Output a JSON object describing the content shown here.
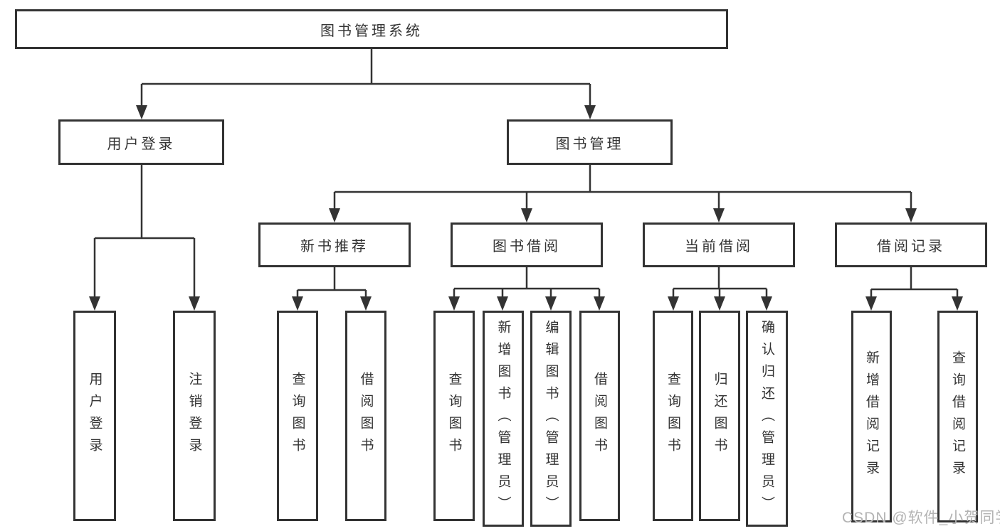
{
  "nodes": {
    "root": "图书管理系统",
    "user_login": "用户登录",
    "book_management": "图书管理",
    "new_book_recommend": "新书推荐",
    "book_borrow": "图书借阅",
    "current_borrow": "当前借阅",
    "borrow_records": "借阅记录",
    "leaf_user_login": "用户登录",
    "leaf_logout": "注销登录",
    "leaf_query_book_1": "查询图书",
    "leaf_borrow_book_1": "借阅图书",
    "leaf_query_book_2": "查询图书",
    "leaf_add_book": "新增图书（管理员）",
    "leaf_edit_book": "编辑图书（管理员）",
    "leaf_borrow_book_2": "借阅图书",
    "leaf_query_book_3": "查询图书",
    "leaf_return_book": "归还图书",
    "leaf_confirm_return": "确认归还（管理员）",
    "leaf_add_record": "新增借阅记录",
    "leaf_query_record": "查询借阅记录"
  },
  "watermark": "CSDN @软件_小贺同学",
  "colors": {
    "line": "#333333",
    "border": "#333333",
    "text": "#333333",
    "watermark": "#b3b3b3",
    "background": "#ffffff"
  }
}
